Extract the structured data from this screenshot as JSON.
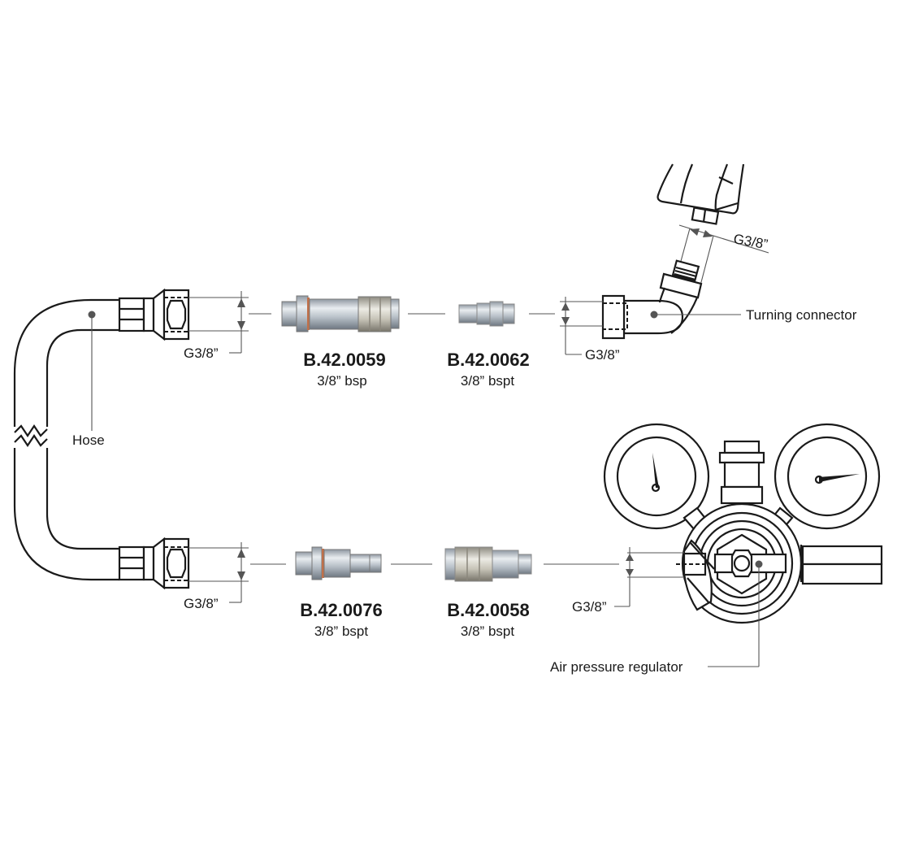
{
  "diagram": {
    "title": "Air hose connection diagram",
    "colors": {
      "line": "#1a1a1a",
      "leader": "#555555",
      "metal_light": "#d8dde2",
      "metal_dark": "#8f98a2",
      "seal": "#c0704a"
    },
    "labels": {
      "hose": "Hose",
      "turning_connector": "Turning connector",
      "air_pressure_regulator": "Air pressure regulator"
    },
    "thread_sizes": {
      "hose_top": "G3/8”",
      "hose_bottom": "G3/8”",
      "turning_connector": "G3/8”",
      "gun": "G3/8”",
      "regulator": "G3/8”"
    },
    "parts": [
      {
        "code": "B.42.0059",
        "spec": "3/8” bsp",
        "type": "female coupler"
      },
      {
        "code": "B.42.0062",
        "spec": "3/8” bspt",
        "type": "male plug"
      },
      {
        "code": "B.42.0076",
        "spec": "3/8” bspt",
        "type": "male plug"
      },
      {
        "code": "B.42.0058",
        "spec": "3/8” bspt",
        "type": "female coupler"
      }
    ]
  }
}
